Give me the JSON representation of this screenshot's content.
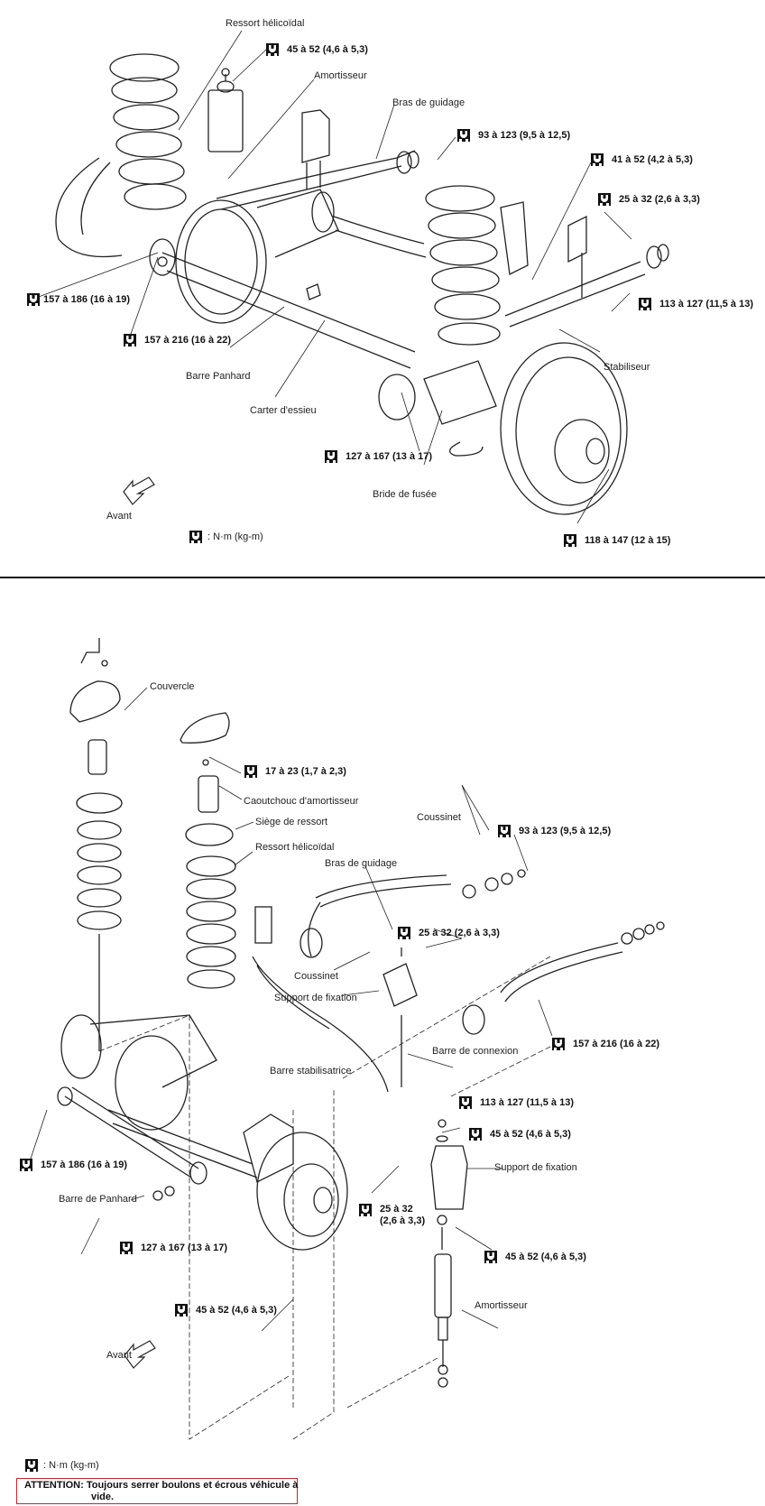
{
  "colors": {
    "ink": "#111111",
    "attention_border": "#c0272d",
    "background": "#ffffff"
  },
  "icons": {
    "torque": "torque-wrench-icon",
    "front_arrow": "front-arrow-icon"
  },
  "top_diagram": {
    "labels": {
      "ressort": "Ressort hélicoïdal",
      "amortisseur": "Amortisseur",
      "bras": "Bras de guidage",
      "barre_panhard": "Barre Panhard",
      "carter": "Carter d'essieu",
      "stabiliseur": "Stabiliseur",
      "bride": "Bride de fusée",
      "avant": "Avant"
    },
    "torques": {
      "t1": "45 à 52 (4,6 à 5,3)",
      "t2": "93 à 123 (9,5 à 12,5)",
      "t3": "41 à 52 (4,2 à 5,3)",
      "t4": "25 à 32 (2,6 à 3,3)",
      "t5": "113 à 127 (11,5 à 13)",
      "t6": "157 à 186 (16 à 19)",
      "t7": "157 à 216 (16 à 22)",
      "t8": "127 à 167 (13 à 17)",
      "t9": "118 à 147 (12 à 15)"
    },
    "legend": ": N·m (kg-m)"
  },
  "bottom_diagram": {
    "labels": {
      "couvercle": "Couvercle",
      "caoutchouc": "Caoutchouc d'amortisseur",
      "siege": "Siège de ressort",
      "ressort": "Ressort hélicoïdal",
      "coussinet1": "Coussinet",
      "bras": "Bras de guidage",
      "coussinet2": "Coussinet",
      "support1": "Support de fixation",
      "barre_connexion": "Barre de connexion",
      "barre_stab": "Barre stabilisatrice",
      "support2": "Support de fixation",
      "barre_panhard": "Barre de Panhard",
      "amortisseur": "Amortisseur",
      "avant": "Avant"
    },
    "torques": {
      "t1": "17 à 23 (1,7 à 2,3)",
      "t2": "93 à 123 (9,5 à 12,5)",
      "t3": "25 à 32 (2,6 à 3,3)",
      "t4": "157 à 216 (16 à 22)",
      "t5": "113 à 127 (11,5 à 13)",
      "t6": "45 à 52 (4,6 à 5,3)",
      "t7": "157 à 186 (16 à 19)",
      "t8_line1": "25 à 32",
      "t8_line2": "(2,6 à 3,3)",
      "t9": "45 à 52 (4,6 à 5,3)",
      "t10": "127 à 167 (13 à 17)",
      "t11": "45 à 52 (4,6 à 5,3)"
    },
    "legend": ": N·m (kg-m)"
  },
  "attention": {
    "line1": "ATTENTION: Toujours serrer boulons et écrous véhicule à",
    "line2": "vide."
  }
}
